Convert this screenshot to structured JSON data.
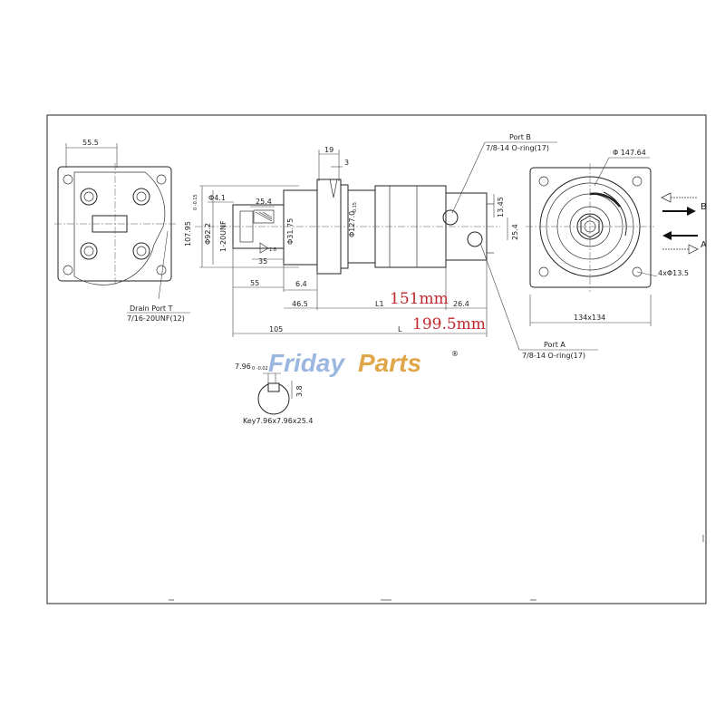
{
  "watermark": {
    "part1": "Friday",
    "part2": "Parts",
    "mark": "®",
    "color1": "#9bb7e0",
    "color2": "#e0a64a"
  },
  "drain_port": {
    "title": "Drain Port T",
    "spec": "7/16-20UNF(12)"
  },
  "port_b": {
    "title": "Port B",
    "spec": "7/8-14 O-ring(17)"
  },
  "port_a": {
    "title": "Port A",
    "spec": "7/8-14 O-ring(17)"
  },
  "dims": {
    "d55_5": "55.5",
    "d19": "19",
    "d3": "3",
    "d107_95": "107.95",
    "d107_tol": "0 -0.15",
    "d92_2": "Φ92.2",
    "d4_1": "Φ4.1",
    "d25_4_key": "25.4",
    "unf": "1-20UNF",
    "d31_75": "Φ31.75",
    "taper": "1:8",
    "d35": "35",
    "d127": "Φ127.0",
    "d127_tol": "-0.15",
    "d13_45": "13.45",
    "d25_4_port": "25.4",
    "d55": "55",
    "d6_4": "6.4",
    "d46_5": "46.5",
    "d26_4": "26.4",
    "d105": "105",
    "l1_label": "L1",
    "l_label": "L",
    "l1_value": "151mm",
    "l_value": "199.5mm",
    "d147_64": "Φ 147.64",
    "holes": "4xΦ13.5",
    "flange": "134x134",
    "key_w": "7.96",
    "key_tol": "0 -0.02",
    "key_h": "3.8",
    "key_spec": "Key7.96x7.96x25.4",
    "arrow_b": "B",
    "arrow_a": "A"
  }
}
